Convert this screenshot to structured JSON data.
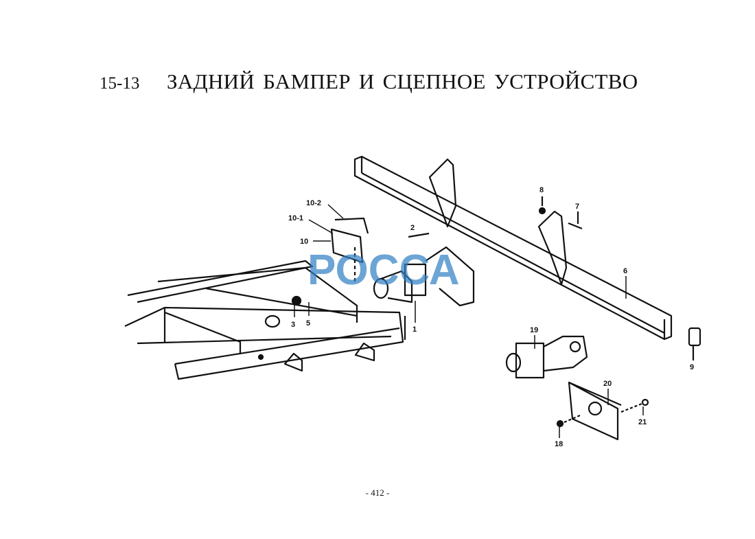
{
  "header": {
    "section_number": "15-13",
    "title": "ЗАДНИЙ БАМПЕР И СЦЕПНОЕ УСТРОЙСТВО"
  },
  "diagram": {
    "callouts": [
      "10-2",
      "10-1",
      "10",
      "2",
      "1",
      "3",
      "5",
      "8",
      "7",
      "6",
      "9",
      "19",
      "20",
      "21",
      "18"
    ],
    "watermark": "РОССА"
  },
  "footer": {
    "page_number": "- 412 -"
  }
}
